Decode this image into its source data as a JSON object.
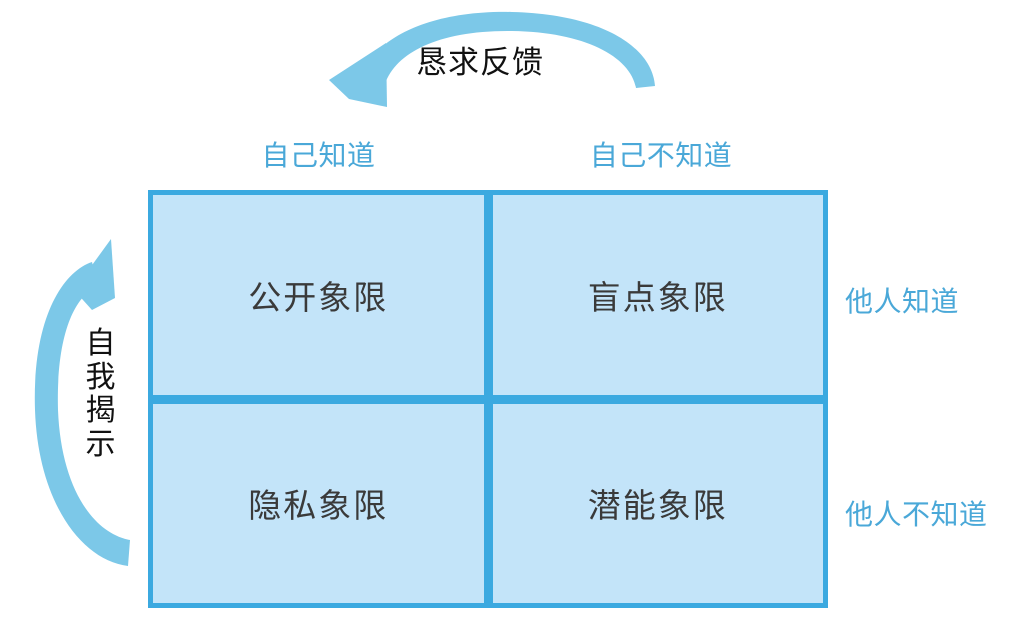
{
  "diagram": {
    "title_visible": false,
    "colors": {
      "quadrant_fill": "#c3e4f9",
      "grid_border": "#3ba9e0",
      "arrow": "#7cc8e8",
      "axis_label_text": "#4aa8d8",
      "quadrant_text": "#3a3a3a",
      "caption_text": "#111111",
      "background": "#ffffff"
    }
  },
  "arrows": {
    "top": {
      "caption": "恳求反馈",
      "direction": "right-to-left",
      "icon": "curved-arrow-left-icon"
    },
    "left": {
      "caption": "自我揭示",
      "direction": "bottom-to-top",
      "icon": "curved-arrow-up-icon"
    }
  },
  "axis": {
    "columns": [
      {
        "label": "自己知道"
      },
      {
        "label": "自己不知道"
      }
    ],
    "rows": [
      {
        "label": "他人知道"
      },
      {
        "label": "他人不知道"
      }
    ]
  },
  "grid": {
    "quadrants": [
      {
        "label": "公开象限",
        "position": "top-left"
      },
      {
        "label": "盲点象限",
        "position": "top-right"
      },
      {
        "label": "隐私象限",
        "position": "bottom-left"
      },
      {
        "label": "潜能象限",
        "position": "bottom-right"
      }
    ]
  }
}
